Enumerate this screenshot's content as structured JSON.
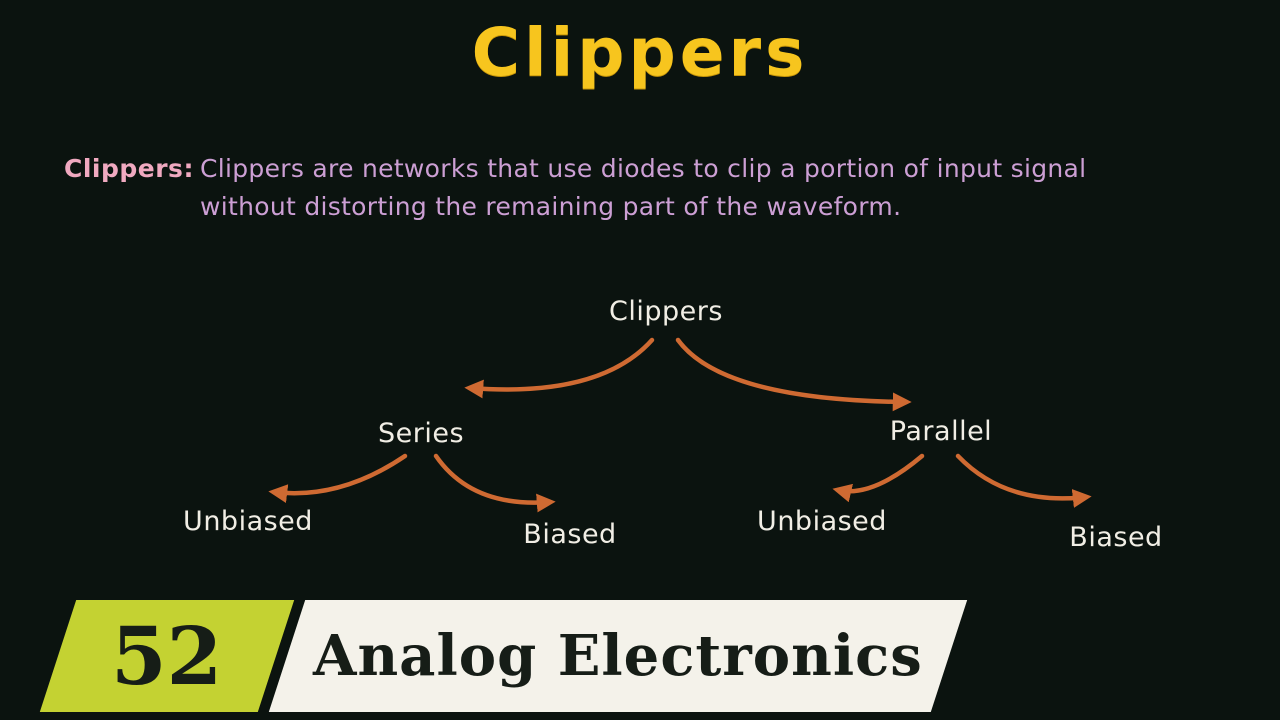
{
  "title": "Clippers",
  "definition": {
    "label": "Clippers:",
    "text": "Clippers are networks that use diodes to clip a portion of input signal without distorting the remaining part of the waveform."
  },
  "tree": {
    "nodes": [
      {
        "id": "root",
        "label": "Clippers"
      },
      {
        "id": "series",
        "label": "Series"
      },
      {
        "id": "parallel",
        "label": "Parallel"
      },
      {
        "id": "series-unbiased",
        "label": "Unbiased"
      },
      {
        "id": "series-biased",
        "label": "Biased"
      },
      {
        "id": "parallel-unbiased",
        "label": "Unbiased"
      },
      {
        "id": "parallel-biased",
        "label": "Biased"
      }
    ],
    "edges": [
      {
        "from": "root",
        "to": "series"
      },
      {
        "from": "root",
        "to": "parallel"
      },
      {
        "from": "series",
        "to": "series-unbiased"
      },
      {
        "from": "series",
        "to": "series-biased"
      },
      {
        "from": "parallel",
        "to": "parallel-unbiased"
      },
      {
        "from": "parallel",
        "to": "parallel-biased"
      }
    ]
  },
  "banner": {
    "number": "52",
    "series_title": "Analog Electronics"
  },
  "colors": {
    "background": "#0b130f",
    "title_yellow": "#f7c51e",
    "definition_label_pink": "#f0a9c0",
    "definition_text_violet": "#cc9fd4",
    "tree_text": "#f1eee5",
    "arrow_orange": "#cf6a32",
    "badge_number_bg": "#c4d232",
    "badge_title_bg": "#f4f2ea",
    "badge_text_dark": "#161d17"
  }
}
